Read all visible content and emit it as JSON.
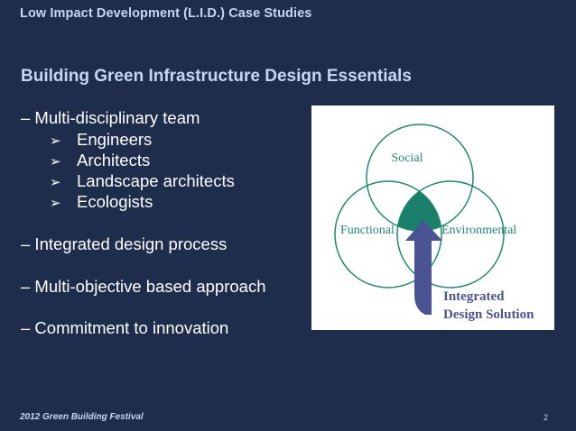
{
  "slide": {
    "header": "Low Impact Development (L.I.D.) Case Studies",
    "title": "Building Green Infrastructure Design Essentials",
    "bullets": [
      {
        "text": "– Multi-disciplinary team",
        "sub": [
          "Engineers",
          "Architects",
          "Landscape architects",
          "Ecologists"
        ]
      },
      {
        "text": "– Integrated design process"
      },
      {
        "text": "– Multi-objective based approach"
      },
      {
        "text": "– Commitment to innovation"
      }
    ],
    "sub_bullet_icon": "➢",
    "diagram": {
      "circles": [
        "Social",
        "Functional",
        "Environmental"
      ],
      "arrow_label_line1": "Integrated",
      "arrow_label_line2": "Design Solution",
      "colors": {
        "circle": "#1f8a70",
        "intersection": "#1a7f6a",
        "arrow": "#4a5393"
      }
    },
    "footer": "2012 Green Building Festival",
    "page_number": "2"
  }
}
